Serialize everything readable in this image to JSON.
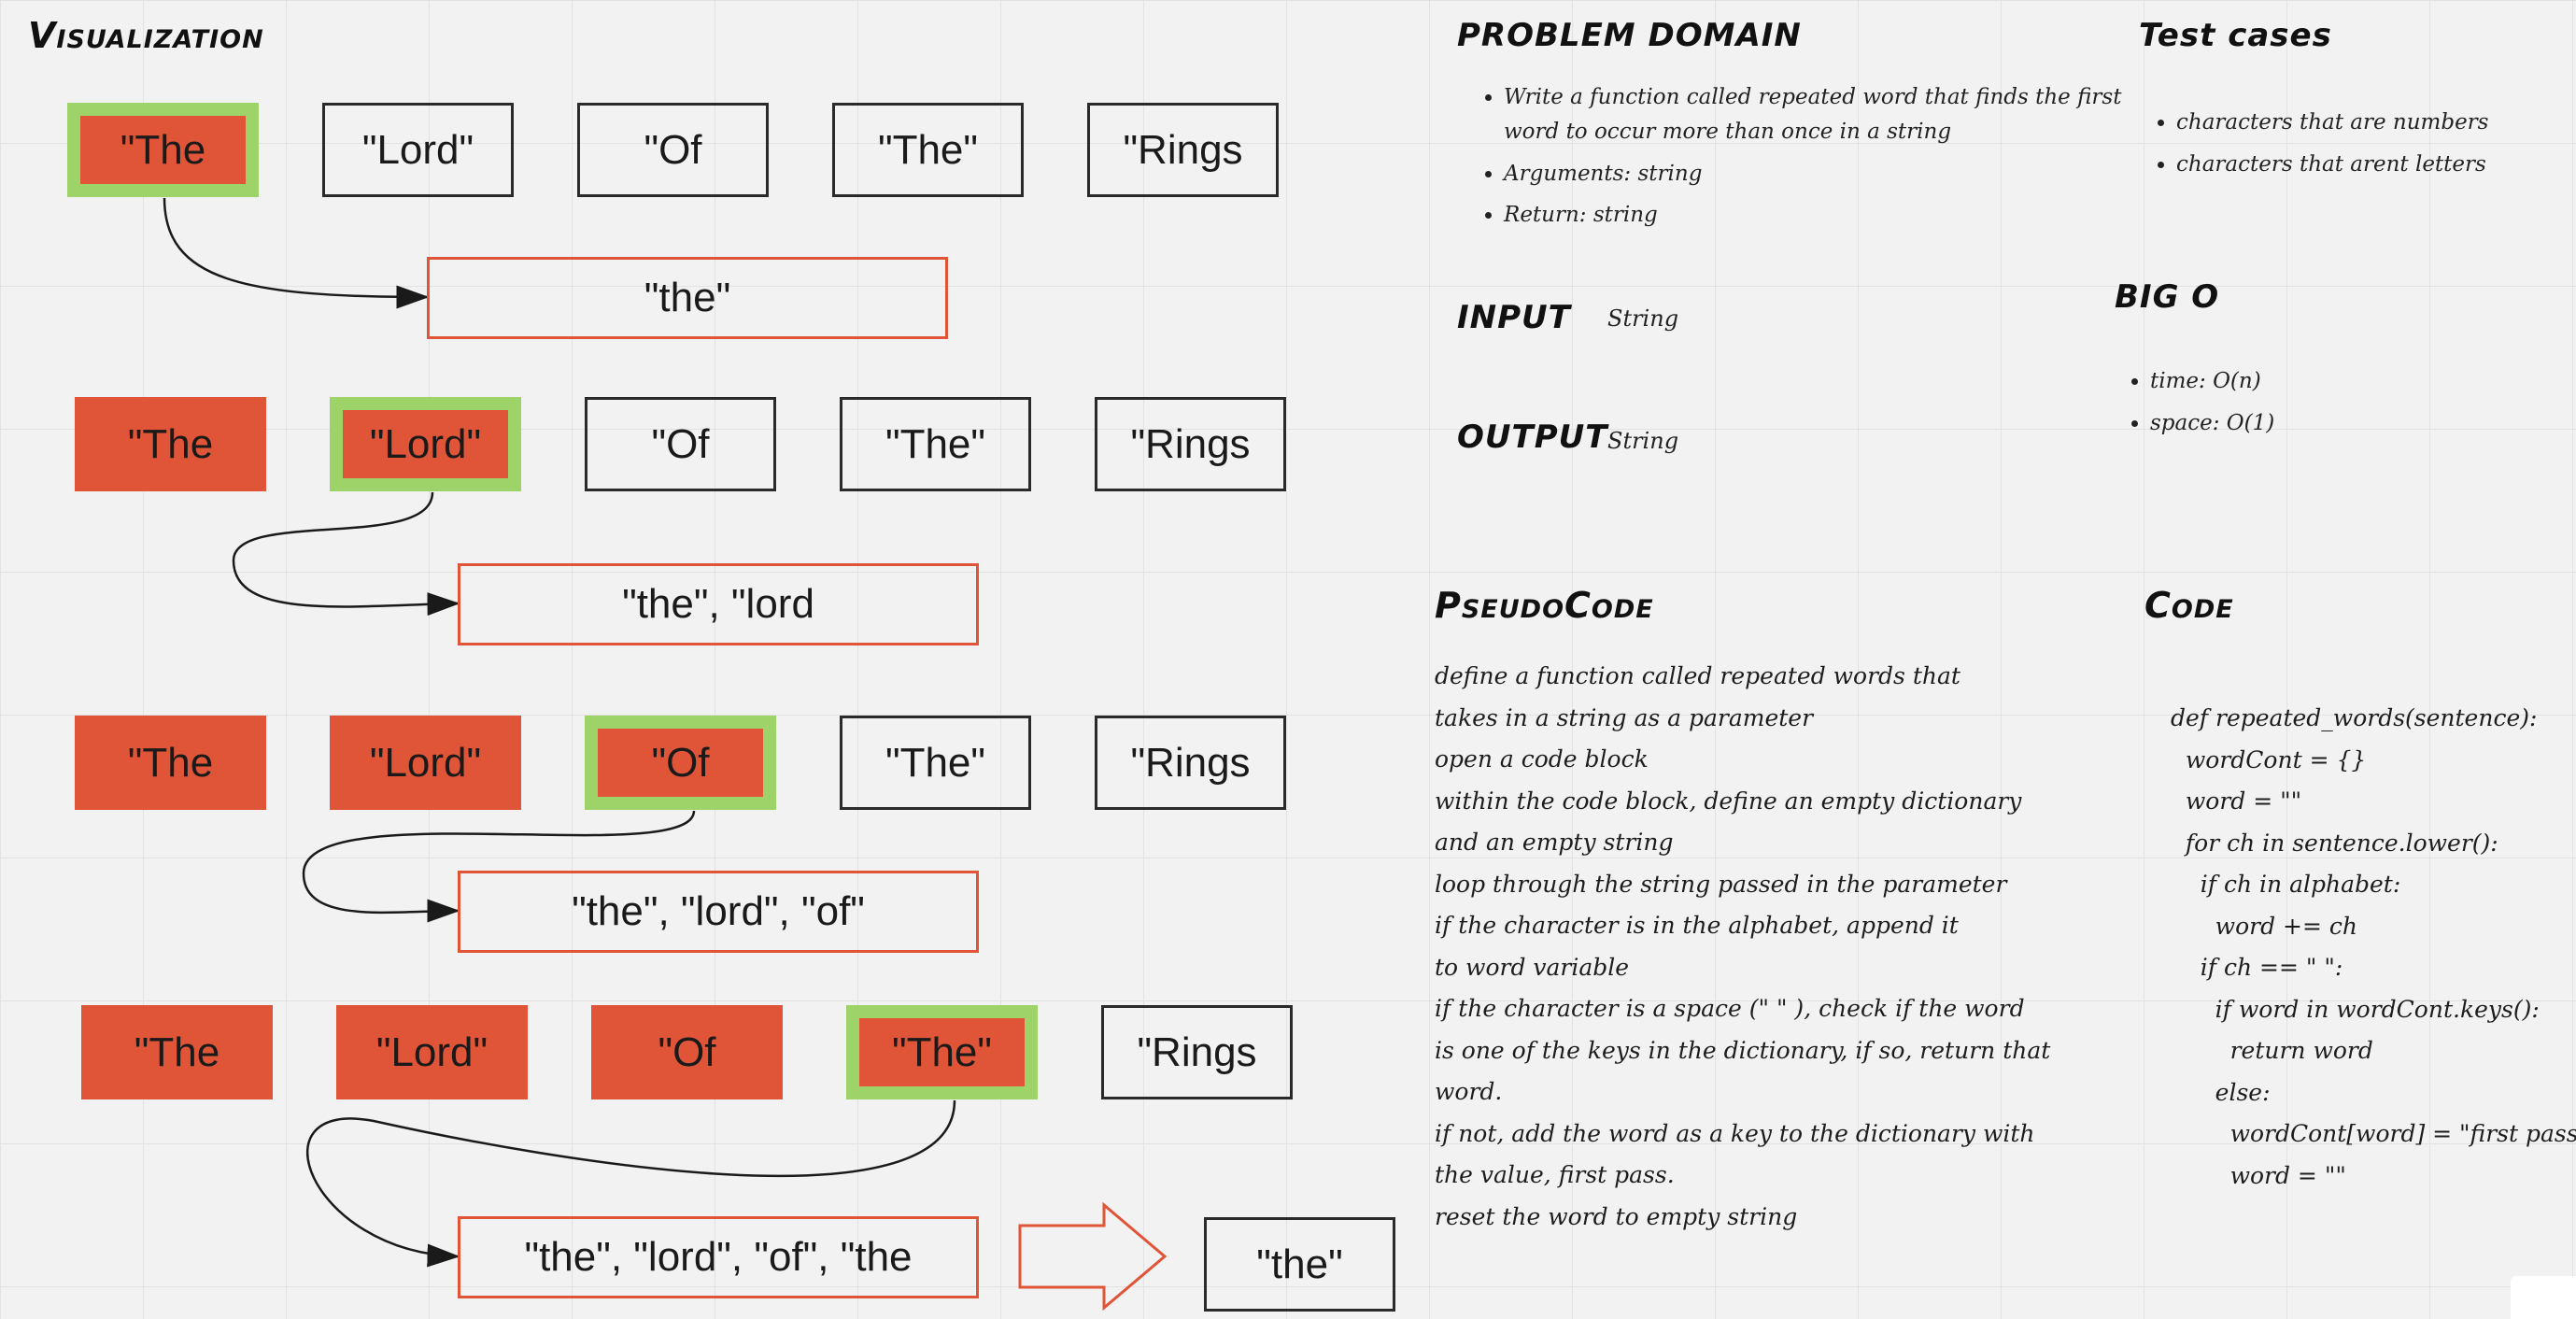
{
  "headings": {
    "visualization": "Visualization",
    "problem_domain": "PROBLEM DOMAIN",
    "test_cases": "Test cases",
    "input": "INPUT",
    "output": "OUTPUT",
    "big_o": "BIG O",
    "pseudocode": "PseudoCode",
    "code": "Code"
  },
  "colors": {
    "visited_fill": "#e05537",
    "current_highlight": "#9ed36a",
    "box_border": "#2a2a2a",
    "dict_border": "#e05537"
  },
  "visualization": {
    "rows": [
      {
        "words": [
          {
            "text": "\"The",
            "state": "current"
          },
          {
            "text": "\"Lord\"",
            "state": "unvisited"
          },
          {
            "text": "\"Of",
            "state": "unvisited"
          },
          {
            "text": "\"The\"",
            "state": "unvisited"
          },
          {
            "text": "\"Rings",
            "state": "unvisited"
          }
        ],
        "dict": "\"the\""
      },
      {
        "words": [
          {
            "text": "\"The",
            "state": "visited"
          },
          {
            "text": "\"Lord\"",
            "state": "current"
          },
          {
            "text": "\"Of",
            "state": "unvisited"
          },
          {
            "text": "\"The\"",
            "state": "unvisited"
          },
          {
            "text": "\"Rings",
            "state": "unvisited"
          }
        ],
        "dict": "\"the\", \"lord"
      },
      {
        "words": [
          {
            "text": "\"The",
            "state": "visited"
          },
          {
            "text": "\"Lord\"",
            "state": "visited"
          },
          {
            "text": "\"Of",
            "state": "current"
          },
          {
            "text": "\"The\"",
            "state": "unvisited"
          },
          {
            "text": "\"Rings",
            "state": "unvisited"
          }
        ],
        "dict": "\"the\", \"lord\", \"of\""
      },
      {
        "words": [
          {
            "text": "\"The",
            "state": "visited"
          },
          {
            "text": "\"Lord\"",
            "state": "visited"
          },
          {
            "text": "\"Of",
            "state": "visited"
          },
          {
            "text": "\"The\"",
            "state": "current"
          },
          {
            "text": "\"Rings",
            "state": "unvisited"
          }
        ],
        "dict": "\"the\", \"lord\", \"of\", \"the"
      }
    ],
    "result": "\"the\""
  },
  "problem_domain": {
    "bullets": [
      "Write a function called repeated word that finds the first word to occur more than once in a string",
      "Arguments: string",
      "Return: string"
    ]
  },
  "test_cases": [
    "characters that are numbers",
    "characters that arent letters"
  ],
  "input_value": "String",
  "output_value": "String",
  "big_o": [
    "time: O(n)",
    "space: O(1)"
  ],
  "pseudocode_lines": [
    "define a function called  repeated words that",
    "takes in a string as a parameter",
    "open a code block",
    "within the code block, define an empty dictionary",
    "and an empty string",
    "loop through the string passed in the parameter",
    "if the character is in the alphabet, append it",
    "to word variable",
    "if the character is a space (\" \" ), check if the word",
    "is one of the keys in the dictionary, if so, return that",
    "word.",
    "if not, add the word as a key to the dictionary with",
    "the value, first pass.",
    "reset the word to empty string"
  ],
  "code_lines": [
    "def repeated_words(sentence):",
    "  wordCont = {}",
    "  word = \"\"",
    "  for ch in sentence.lower():",
    "    if ch in alphabet:",
    "      word += ch",
    "    if ch == \" \":",
    "      if word in wordCont.keys():",
    "        return word",
    "      else:",
    "        wordCont[word] = \"first pass\"",
    "        word = \"\""
  ]
}
